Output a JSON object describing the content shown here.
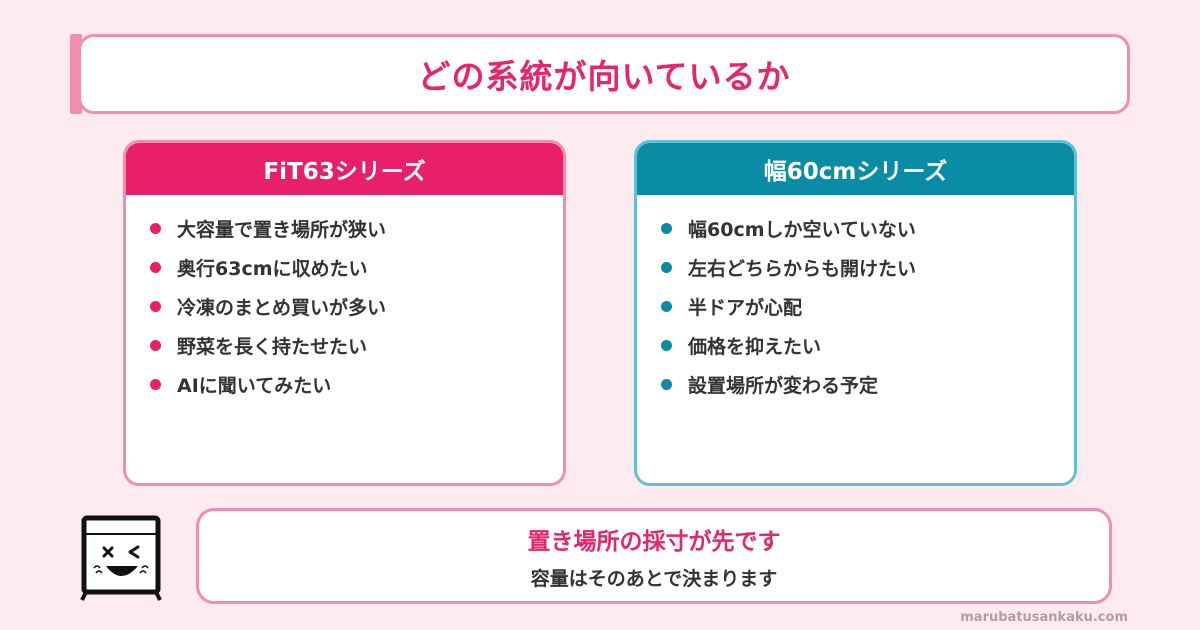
{
  "title": "どの系統が向いているか",
  "left_card": {
    "heading": "FiT63シリーズ",
    "items": [
      "大容量で置き場所が狭い",
      "奥行63cmに収めたい",
      "冷凍のまとめ買いが多い",
      "野菜を長く持たせたい",
      "AIに聞いてみたい"
    ]
  },
  "right_card": {
    "heading": "幅60cmシリーズ",
    "items": [
      "幅60cmしか空いていない",
      "左右どちらからも開けたい",
      "半ドアが心配",
      "価格を抑えたい",
      "設置場所が変わる予定"
    ]
  },
  "bubble": {
    "main": "置き場所の採寸が先です",
    "sub": "容量はそのあとで決まります"
  },
  "site": "marubatusankaku.com",
  "colors": {
    "background": "#fdebef",
    "pink_accent": "#e8206a",
    "pink_border": "#f08db0",
    "teal_accent": "#0a8ca6",
    "teal_border": "#5fc0d8"
  },
  "icons": {
    "mascot": "square-character-mascot-icon"
  }
}
